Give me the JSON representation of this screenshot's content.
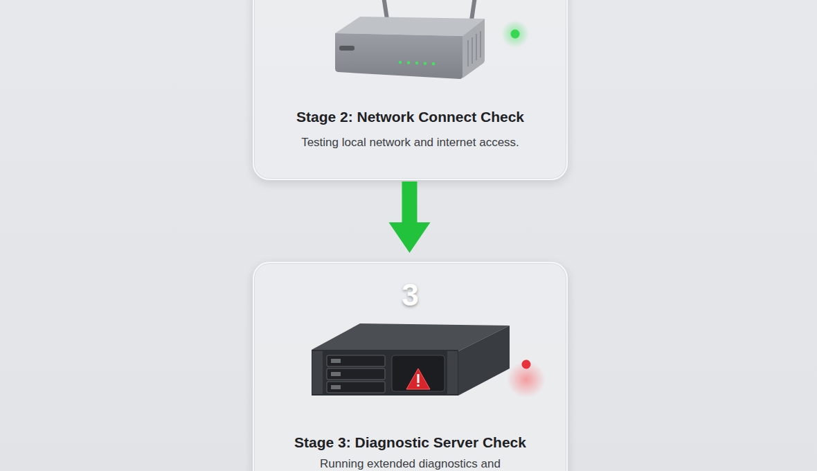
{
  "diagram": {
    "nodes": [
      {
        "text": [
          "Stage 2: Network Connect Check",
          "Testing local network and internet access."
        ]
      },
      {
        "text": [
          "3",
          "Stage 3: Diagnostic Server Check",
          "Running extended diagnostics and"
        ]
      }
    ],
    "edges": [
      {
        "from": 0,
        "to": 1,
        "arrow": "to"
      }
    ]
  }
}
